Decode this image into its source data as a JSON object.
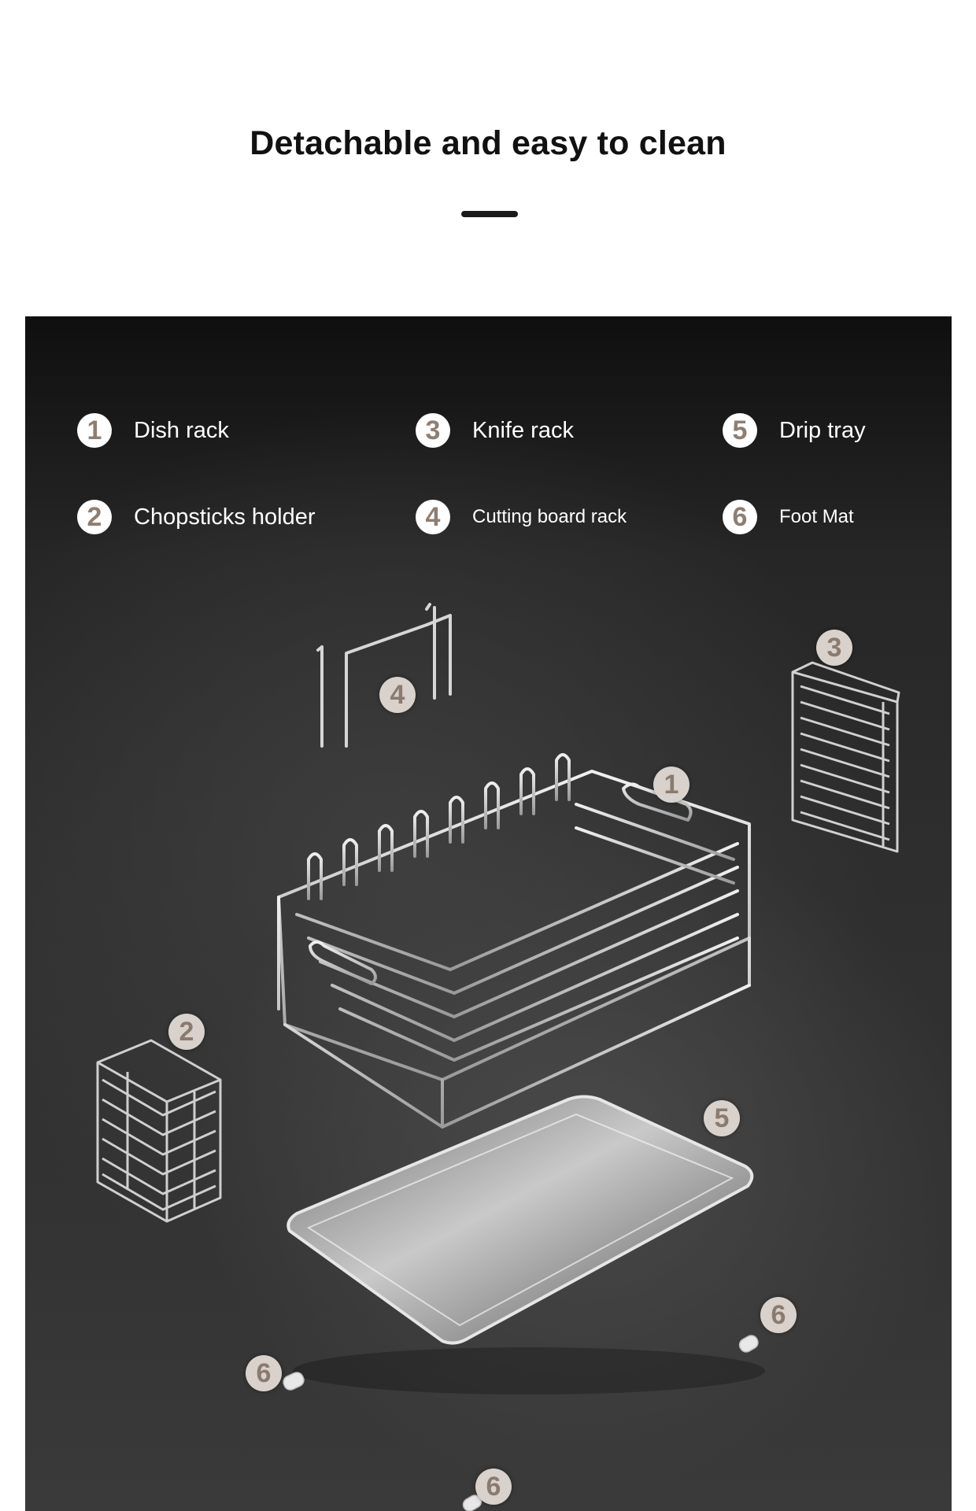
{
  "header": {
    "title": "Detachable and easy to clean"
  },
  "legend": [
    {
      "number": "1",
      "label": "Dish rack"
    },
    {
      "number": "2",
      "label": "Chopsticks holder"
    },
    {
      "number": "3",
      "label": "Knife rack"
    },
    {
      "number": "4",
      "label": "Cutting board rack"
    },
    {
      "number": "5",
      "label": "Drip tray"
    },
    {
      "number": "6",
      "label": "Foot Mat"
    }
  ],
  "callouts": [
    "4",
    "3",
    "1",
    "2",
    "5",
    "6",
    "6",
    "6"
  ],
  "colors": {
    "panel_background": "#2a2a2a",
    "number_text": "#8e7e72",
    "label_text": "#ffffff"
  }
}
